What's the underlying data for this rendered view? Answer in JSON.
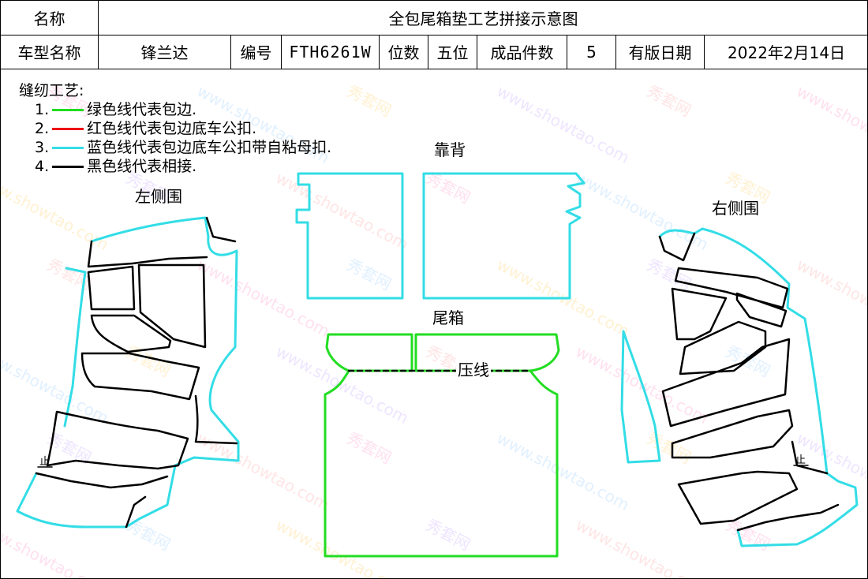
{
  "header": {
    "name_label": "名称",
    "name_value": "全包尾箱垫工艺拼接示意图",
    "model_label": "车型名称",
    "model_value": "锋兰达",
    "code_label": "编号",
    "code_value": "FTH6261W",
    "seats_label": "位数",
    "seats_value": "五位",
    "pieces_label": "成品件数",
    "pieces_value": "5",
    "date_label": "有版日期",
    "date_value": "2022年2月14日"
  },
  "legend": {
    "title": "缝纫工艺:",
    "items": [
      {
        "num": "1.",
        "text": "绿色线代表包边.",
        "color": "#22dd22"
      },
      {
        "num": "2.",
        "text": "红色线代表包边底车公扣.",
        "color": "#ee1111"
      },
      {
        "num": "3.",
        "text": "蓝色线代表包边底车公扣带自粘母扣.",
        "color": "#33dde6"
      },
      {
        "num": "4.",
        "text": "黑色线代表相接.",
        "color": "#000000"
      }
    ]
  },
  "parts": {
    "backrest": "靠背",
    "trunk": "尾箱",
    "left_side": "左侧围",
    "right_side": "右侧围",
    "press_line": "压线",
    "small_mark_left": "止",
    "small_mark_right": "止"
  },
  "colors": {
    "green": "#22dd22",
    "cyan": "#33dde6",
    "black": "#000000",
    "red": "#ee1111"
  },
  "watermark": {
    "text_cn": "秀套网",
    "text_url": "www.showtao.com"
  }
}
